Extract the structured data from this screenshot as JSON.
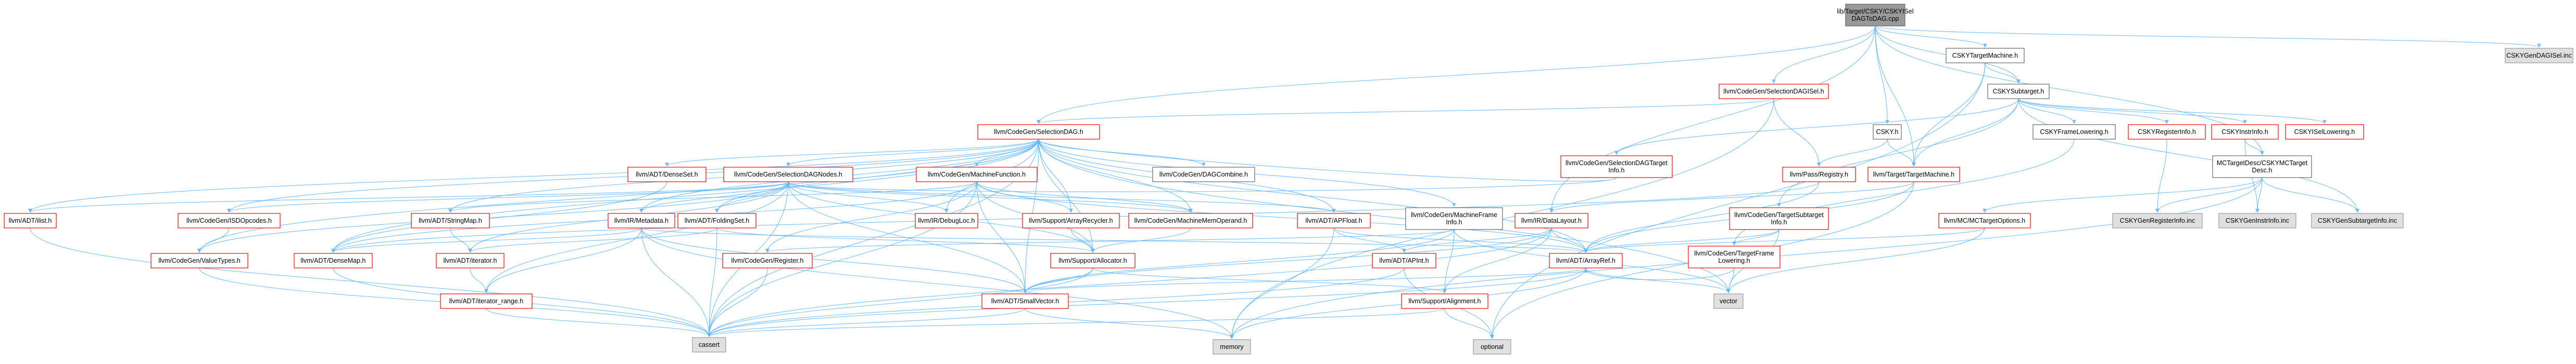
{
  "graph": {
    "colors": {
      "root_fill": "#999999",
      "root_stroke": "#666666",
      "red_fill": "#ffffff",
      "red_stroke": "#ff0000",
      "gray_fill": "#e0e0e0",
      "gray_stroke": "#999999",
      "edge": "#63b8ff"
    },
    "nodes": [
      {
        "id": "root",
        "lines": [
          "lib/Target/CSKY/CSKYISel",
          "DAGToDAG.cpp"
        ],
        "style": "root"
      },
      {
        "id": "CSKYTargetMachine_h",
        "lines": [
          "CSKYTargetMachine.h"
        ],
        "style": "white"
      },
      {
        "id": "CSKYSubtarget_h",
        "lines": [
          "CSKYSubtarget.h"
        ],
        "style": "white"
      },
      {
        "id": "CSKYGenDAGISel_inc",
        "lines": [
          "CSKYGenDAGISel.inc"
        ],
        "style": "gray"
      },
      {
        "id": "SelectionDAGISel_h",
        "lines": [
          "llvm/CodeGen/SelectionDAGISel.h"
        ],
        "style": "red"
      },
      {
        "id": "CSKY_h",
        "lines": [
          "CSKY.h"
        ],
        "style": "white"
      },
      {
        "id": "SelectionDAG_h",
        "lines": [
          "llvm/CodeGen/SelectionDAG.h"
        ],
        "style": "red"
      },
      {
        "id": "SelectionDAGTargetInfo_h",
        "lines": [
          "llvm/CodeGen/SelectionDAGTarget",
          "Info.h"
        ],
        "style": "red"
      },
      {
        "id": "CSKYFrameLowering_h",
        "lines": [
          "CSKYFrameLowering.h"
        ],
        "style": "white"
      },
      {
        "id": "CSKYRegisterInfo_h",
        "lines": [
          "CSKYRegisterInfo.h"
        ],
        "style": "red"
      },
      {
        "id": "CSKYInstrInfo_h",
        "lines": [
          "CSKYInstrInfo.h"
        ],
        "style": "red"
      },
      {
        "id": "CSKYISelLowering_h",
        "lines": [
          "CSKYISelLowering.h"
        ],
        "style": "red"
      },
      {
        "id": "FlagsRegistry_h",
        "lines": [
          "llvm/Pass/Registry.h"
        ],
        "style": "red"
      },
      {
        "id": "TargetMachine_h",
        "lines": [
          "llvm/Target/TargetMachine.h"
        ],
        "style": "red"
      },
      {
        "id": "MCTargetDesc_h",
        "lines": [
          "MCTargetDesc/CSKYMCTarget",
          "Desc.h"
        ],
        "style": "white"
      },
      {
        "id": "ADT_DenseSet_h",
        "lines": [
          "llvm/ADT/DenseSet.h"
        ],
        "style": "red"
      },
      {
        "id": "SelectionDAGNodes_h",
        "lines": [
          "llvm/CodeGen/SelectionDAGNodes.h"
        ],
        "style": "red"
      },
      {
        "id": "MachineFunction_h",
        "lines": [
          "llvm/CodeGen/MachineFunction.h"
        ],
        "style": "red"
      },
      {
        "id": "DAGCombine_h",
        "lines": [
          "llvm/CodeGen/DAGCombine.h"
        ],
        "style": "white"
      },
      {
        "id": "MachineFrameInfo_h",
        "lines": [
          "llvm/CodeGen/MachineFrame",
          "Info.h"
        ],
        "style": "white"
      },
      {
        "id": "TargetSubtargetInfo_h",
        "lines": [
          "llvm/CodeGen/TargetSubtarget",
          "Info.h"
        ],
        "style": "red"
      },
      {
        "id": "ADT_ilist_h",
        "lines": [
          "llvm/ADT/ilist.h"
        ],
        "style": "red"
      },
      {
        "id": "ISDOpcodes_h",
        "lines": [
          "llvm/CodeGen/ISDOpcodes.h"
        ],
        "style": "red"
      },
      {
        "id": "ADT_StringMap_h",
        "lines": [
          "llvm/ADT/StringMap.h"
        ],
        "style": "red"
      },
      {
        "id": "ADT_FoldingSet_h",
        "lines": [
          "llvm/ADT/FoldingSet.h"
        ],
        "style": "red"
      },
      {
        "id": "IR_DebugLoc_h",
        "lines": [
          "llvm/IR/DebugLoc.h"
        ],
        "style": "red"
      },
      {
        "id": "ArrayRecycler_h",
        "lines": [
          "llvm/Support/ArrayRecycler.h"
        ],
        "style": "red"
      },
      {
        "id": "MachineMemOperand_h",
        "lines": [
          "llvm/CodeGen/MachineMemOperand.h"
        ],
        "style": "red"
      },
      {
        "id": "ADT_APFloat_h",
        "lines": [
          "llvm/ADT/APFloat.h"
        ],
        "style": "red"
      },
      {
        "id": "IR_DataLayout_h",
        "lines": [
          "llvm/IR/DataLayout.h"
        ],
        "style": "red"
      },
      {
        "id": "MCTargetOptions_h",
        "lines": [
          "llvm/MC/MCTargetOptions.h"
        ],
        "style": "red"
      },
      {
        "id": "CSKYGenRegisterInfo_inc",
        "lines": [
          "CSKYGenRegisterInfo.inc"
        ],
        "style": "gray"
      },
      {
        "id": "CSKYGenInstrInfo_inc",
        "lines": [
          "CSKYGenInstrInfo.inc"
        ],
        "style": "gray"
      },
      {
        "id": "CSKYGenSubtargetInfo_inc",
        "lines": [
          "CSKYGenSubtargetInfo.inc"
        ],
        "style": "gray"
      },
      {
        "id": "IR_Metadata_h",
        "lines": [
          "llvm/IR/Metadata.h"
        ],
        "style": "red"
      },
      {
        "id": "ADT_DenseMap_h",
        "lines": [
          "llvm/ADT/DenseMap.h"
        ],
        "style": "red"
      },
      {
        "id": "ValueTypes_h",
        "lines": [
          "llvm/CodeGen/ValueTypes.h"
        ],
        "style": "red"
      },
      {
        "id": "ADT_iterator_h",
        "lines": [
          "llvm/ADT/iterator.h"
        ],
        "style": "red"
      },
      {
        "id": "CodeGen_Register_h",
        "lines": [
          "llvm/CodeGen/Register.h"
        ],
        "style": "red"
      },
      {
        "id": "Allocator_h",
        "lines": [
          "llvm/Support/Allocator.h"
        ],
        "style": "red"
      },
      {
        "id": "ADT_APInt_h",
        "lines": [
          "llvm/ADT/APInt.h"
        ],
        "style": "red"
      },
      {
        "id": "ADT_ArrayRef_h",
        "lines": [
          "llvm/ADT/ArrayRef.h"
        ],
        "style": "red"
      },
      {
        "id": "TargetFrameLowering_h",
        "lines": [
          "llvm/CodeGen/TargetFrame",
          "Lowering.h"
        ],
        "style": "red"
      },
      {
        "id": "iterator_range_h",
        "lines": [
          "llvm/ADT/iterator_range.h"
        ],
        "style": "red"
      },
      {
        "id": "SmallVector_h",
        "lines": [
          "llvm/ADT/SmallVector.h"
        ],
        "style": "red"
      },
      {
        "id": "Alignment_h",
        "lines": [
          "llvm/Support/Alignment.h"
        ],
        "style": "red"
      },
      {
        "id": "vector",
        "lines": [
          "vector"
        ],
        "style": "gray"
      },
      {
        "id": "cassert",
        "lines": [
          "cassert"
        ],
        "style": "gray"
      },
      {
        "id": "memory",
        "lines": [
          "memory"
        ],
        "style": "gray"
      },
      {
        "id": "optional",
        "lines": [
          "optional"
        ],
        "style": "gray"
      }
    ]
  }
}
